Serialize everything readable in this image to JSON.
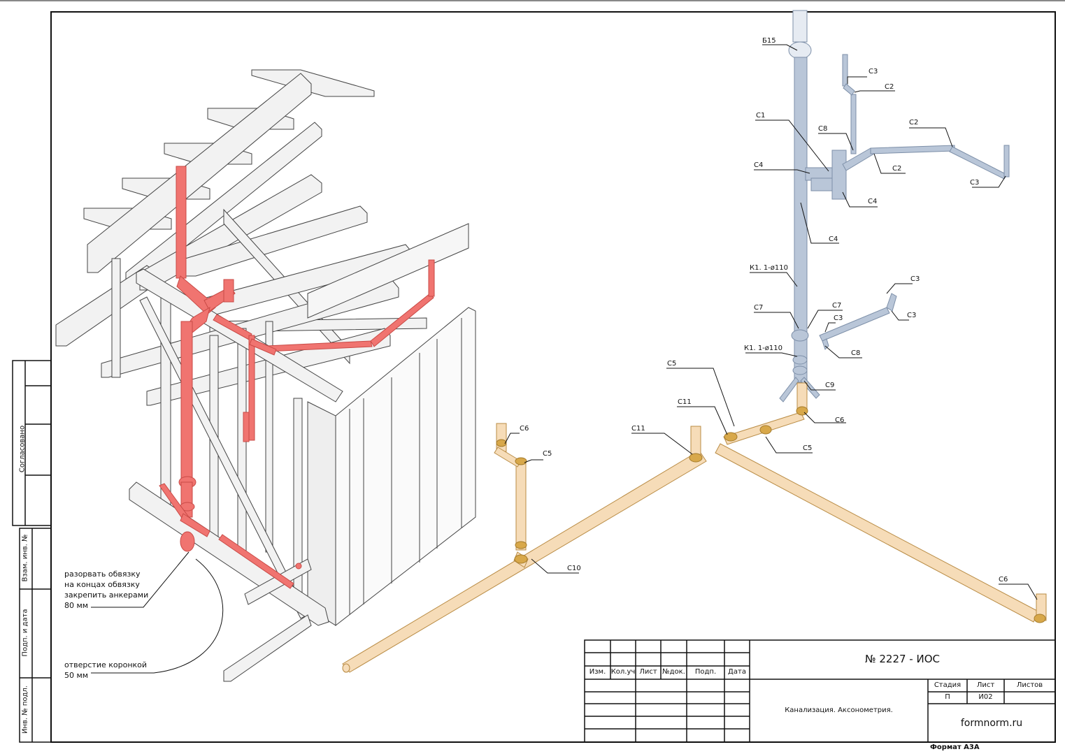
{
  "drawing": {
    "number": "№ 2227 - ИОС",
    "description": "Канализация. Аксонометрия.",
    "website": "formnorm.ru",
    "format": "Формат А3А"
  },
  "stamp_headers": {
    "izm": "Изм.",
    "kol_uch": "Кол.уч",
    "list": "Лист",
    "n_dok": "№док.",
    "podp": "Подп.",
    "data": "Дата"
  },
  "info_block": {
    "stage_label": "Стадия",
    "sheet_label": "Лист",
    "sheets_label": "Листов",
    "stage_value": "П",
    "sheet_value": "И02",
    "sheets_value": ""
  },
  "side_stamp": {
    "agreed": "Согласовано",
    "inv_replace": "Взам. инв. №",
    "sign_date": "Подп. и дата",
    "inv_orig": "Инв. № подл."
  },
  "notes": {
    "sill_line1": "разорвать обвязку",
    "sill_line2": "на концах обвязку",
    "sill_line3": "закрепить анкерами",
    "sill_line4": "80 мм",
    "hole_line1": "отверстие коронкой",
    "hole_line2": "50 мм"
  },
  "labels": {
    "b15": "Б15",
    "c3_a": "С3",
    "c2_a": "С2",
    "c1": "С1",
    "c8_a": "С8",
    "c2_b": "С2",
    "c4_a": "С4",
    "c2_c": "С2",
    "c3_b": "С3",
    "c4_b": "С4",
    "c4_c": "С4",
    "k1_a": "К1. 1-ø110",
    "c3_c": "С3",
    "c7_a": "С7",
    "c7_b": "С7",
    "c3_d": "С3",
    "c3_e": "С3",
    "k1_b": "К1. 1-ø110",
    "c8_b": "С8",
    "c5_a": "С5",
    "c9": "С9",
    "c11_a": "С11",
    "c6_a": "С6",
    "c11_b": "С11",
    "c5_b": "С5",
    "c6_b": "С6",
    "c5_c": "С5",
    "c10": "С10",
    "c6_c": "С6"
  },
  "colors": {
    "line": "#111111",
    "red_pipe": "#f07470",
    "red_pipe_dark": "#c94a46",
    "blue_pipe": "#b9c6d8",
    "blue_pipe_dark": "#7d8fa8",
    "tan_pipe": "#f6dcb8",
    "tan_pipe_dark": "#b98c45",
    "fitting": "#d8a84a",
    "frame": "#f2f2f2",
    "frame_edge": "#444444"
  },
  "icons": {
    "arrow": "leader-arrow"
  }
}
